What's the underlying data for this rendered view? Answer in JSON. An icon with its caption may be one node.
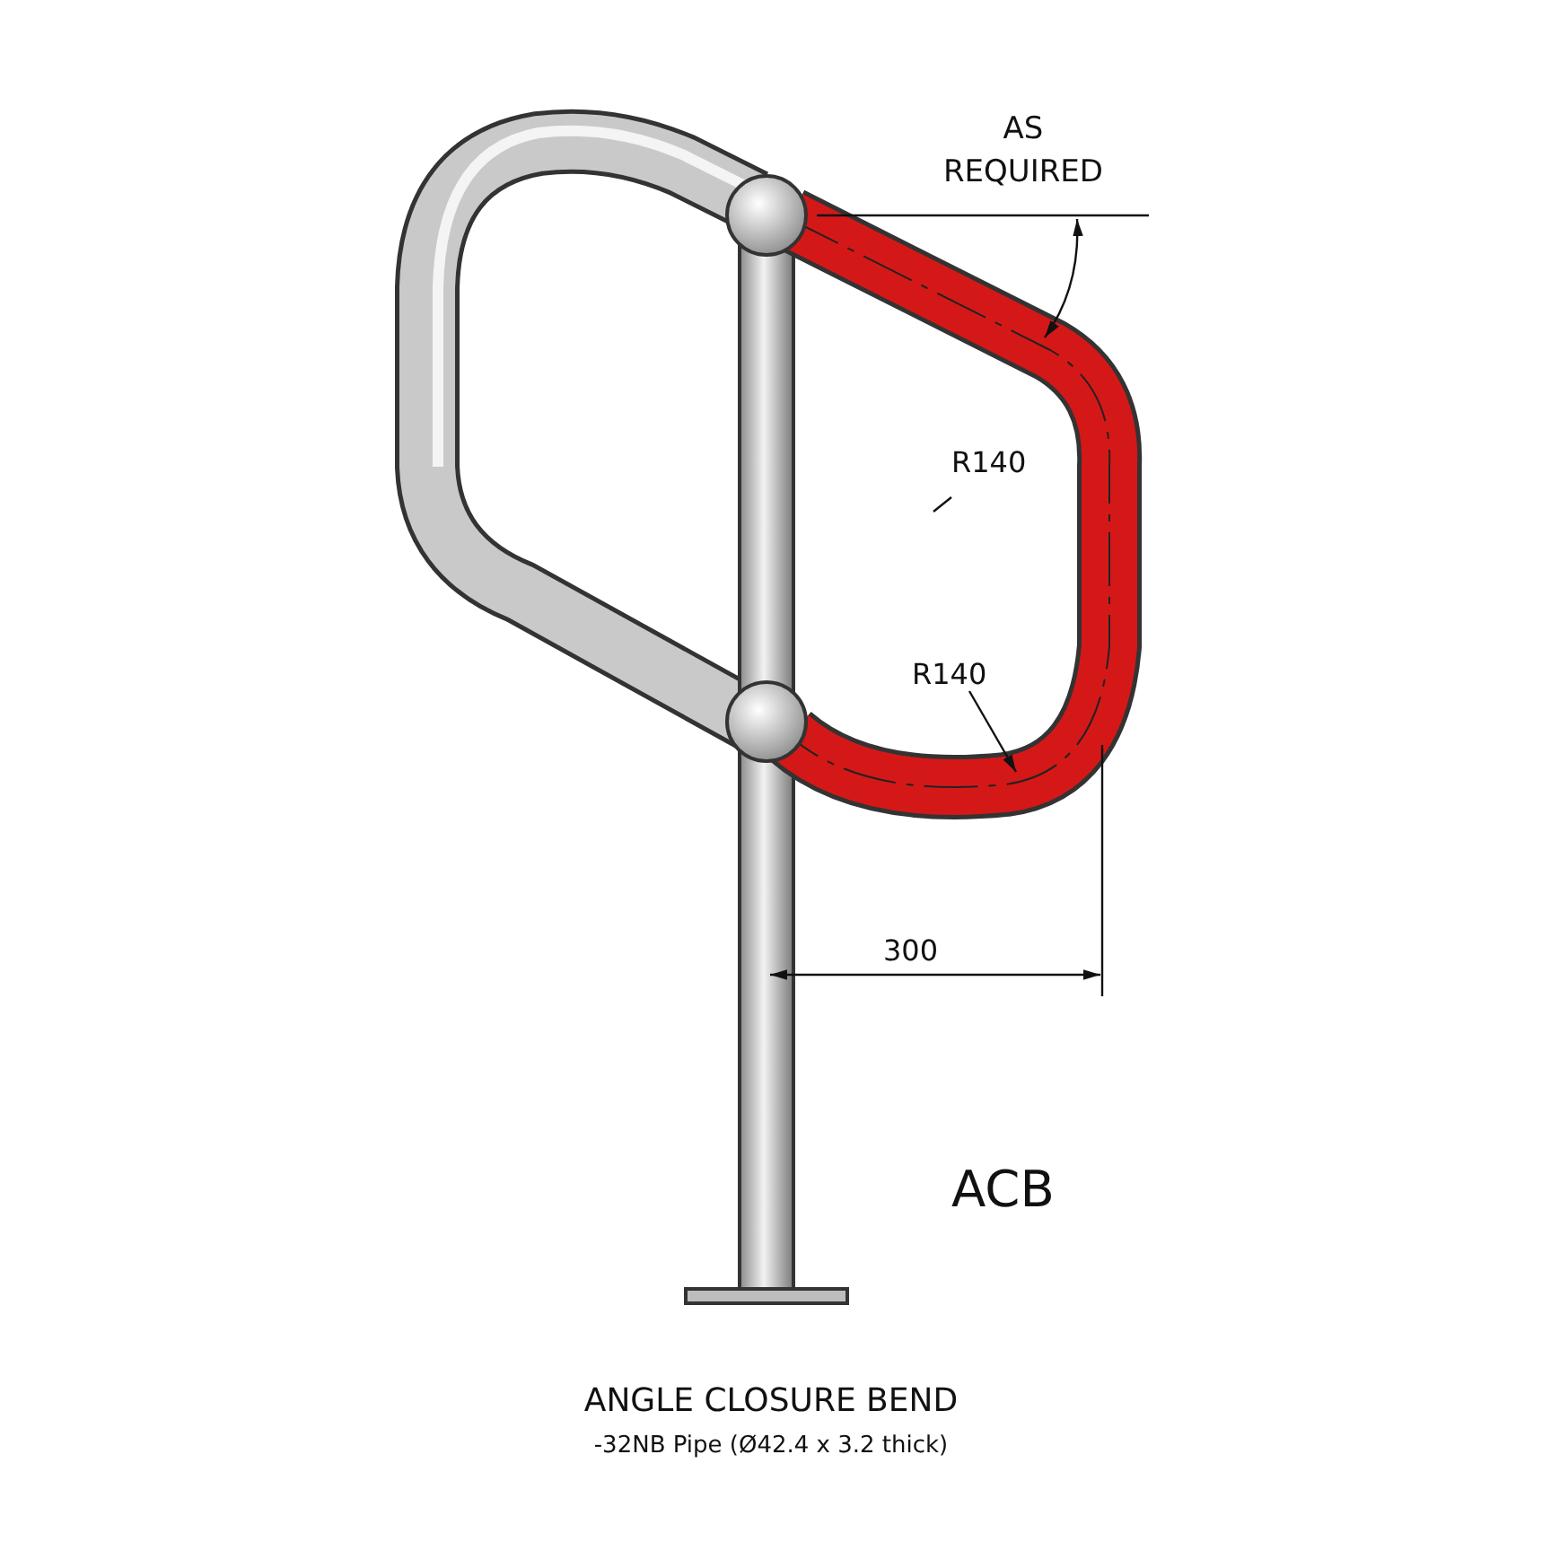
{
  "diagram": {
    "title": "ANGLE CLOSURE BEND",
    "caption": "-32NB Pipe (Ø42.4 x 3.2 thick)",
    "labels": [
      "AS REQUIRED",
      "R140",
      "R140",
      "300",
      "ACB"
    ]
  }
}
